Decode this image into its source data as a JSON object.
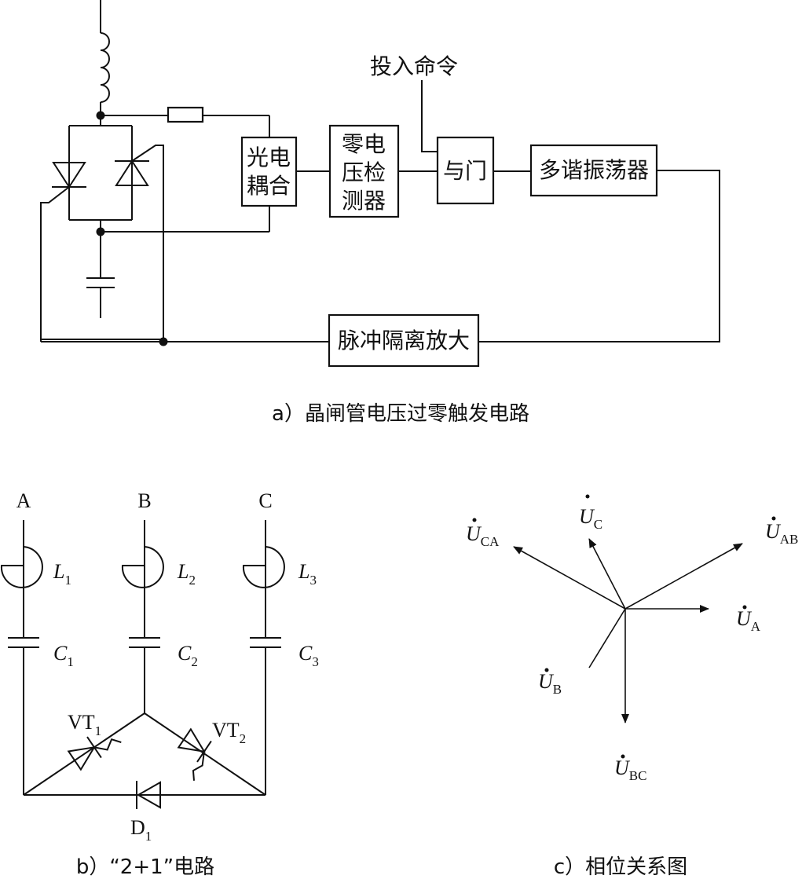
{
  "circuit_a": {
    "command": "投入命令",
    "optocoupler": [
      "光电",
      "耦合"
    ],
    "zero_detector": [
      "零电",
      "压检",
      "测器"
    ],
    "and_gate": "与门",
    "multivibrator": "多谐振荡器",
    "pulse_amp": "脉冲隔离放大",
    "caption": "a）晶闸管电压过零触发电路"
  },
  "circuit_b": {
    "phases": [
      "A",
      "B",
      "C"
    ],
    "inductors": [
      {
        "sym": "L",
        "sub": "1"
      },
      {
        "sym": "L",
        "sub": "2"
      },
      {
        "sym": "L",
        "sub": "3"
      }
    ],
    "capacitors": [
      {
        "sym": "C",
        "sub": "1"
      },
      {
        "sym": "C",
        "sub": "2"
      },
      {
        "sym": "C",
        "sub": "3"
      }
    ],
    "vt1": {
      "sym": "VT",
      "sub": "1"
    },
    "vt2": {
      "sym": "VT",
      "sub": "2"
    },
    "d1": {
      "sym": "D",
      "sub": "1"
    },
    "caption": "b）“2+1”电路"
  },
  "phasor_c": {
    "vectors": [
      {
        "sym": "U",
        "sub": "CA"
      },
      {
        "sym": "U",
        "sub": "C"
      },
      {
        "sym": "U",
        "sub": "AB"
      },
      {
        "sym": "U",
        "sub": "A"
      },
      {
        "sym": "U",
        "sub": "B"
      },
      {
        "sym": "U",
        "sub": "BC"
      }
    ],
    "caption": "c）相位关系图"
  }
}
